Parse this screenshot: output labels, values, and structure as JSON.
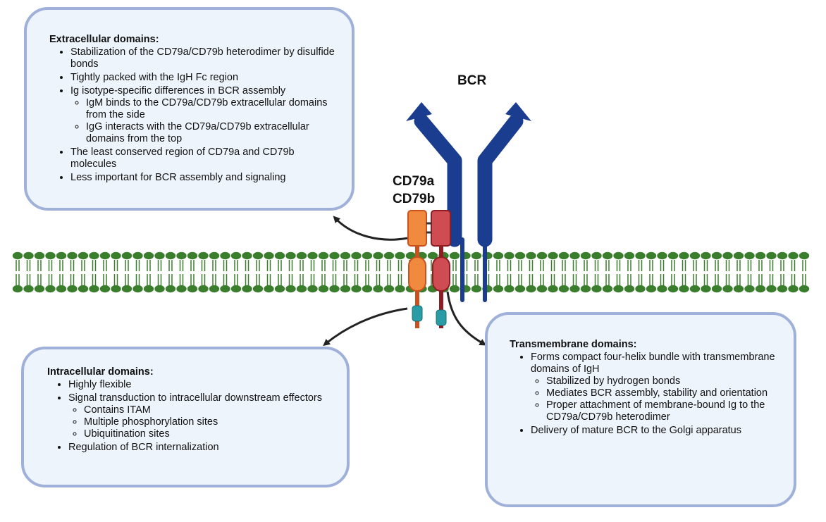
{
  "labels": {
    "bcr": "BCR",
    "cd79a": "CD79a",
    "cd79b": "CD79b"
  },
  "colors": {
    "membrane": "#3a7d2c",
    "bcr": "#1a3d8f",
    "cd79a": "#f08a3e",
    "cd79b": "#cf4c52",
    "itam": "#2a9ca6",
    "box_fill": "#eef4fc",
    "box_border": "#9fb0d9"
  },
  "extracellular": {
    "title": "Extracellular domains:",
    "items": [
      "Stabilization of the CD79a/CD79b heterodimer by disulfide bonds",
      "Tightly packed with the IgH Fc region",
      "Ig isotype-specific differences in BCR assembly",
      "The least conserved region of CD79a and CD79b molecules",
      "Less important for BCR assembly and signaling"
    ],
    "subitems": [
      "IgM binds to the CD79a/CD79b extracellular domains from the side",
      "IgG interacts with the CD79a/CD79b extracellular domains from the top"
    ]
  },
  "intracellular": {
    "title": "Intracellular domains:",
    "items": [
      "Highly flexible",
      "Signal transduction to intracellular downstream effectors",
      "Regulation of BCR internalization"
    ],
    "subitems": [
      "Contains ITAM",
      "Multiple phosphorylation sites",
      "Ubiquitination sites"
    ]
  },
  "transmembrane": {
    "title": "Transmembrane domains:",
    "items": [
      "Forms compact four-helix bundle with transmembrane domains of IgH",
      "Delivery of mature BCR to the Golgi apparatus"
    ],
    "subitems": [
      "Stabilized by hydrogen bonds",
      "Mediates BCR assembly, stability and orientation",
      "Proper attachment of membrane-bound Ig to the CD79a/CD79b heterodimer"
    ]
  }
}
